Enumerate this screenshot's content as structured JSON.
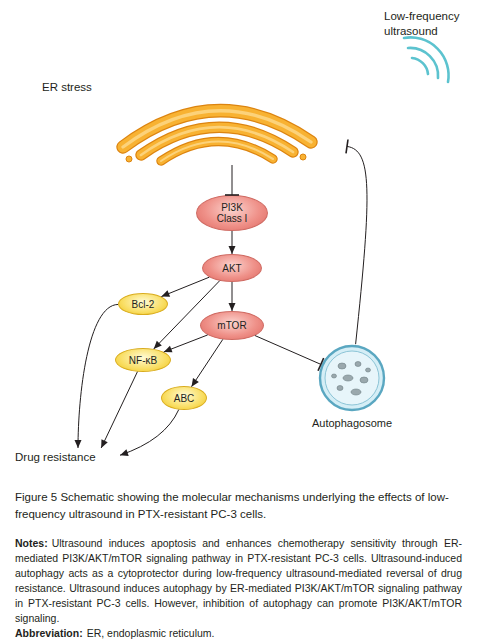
{
  "diagram": {
    "caption": "Figure 5 Schematic showing the molecular mechanisms underlying the effects of low-frequency ultrasound in PTX-resistant PC-3 cells.",
    "nodes": [
      {
        "text": [
          "ER stress"
        ]
      },
      {
        "text": [
          "PI3K Class I"
        ]
      },
      {
        "text": [
          "AKT"
        ]
      },
      {
        "text": [
          "Bcl-2"
        ]
      },
      {
        "text": [
          "mTOR"
        ]
      },
      {
        "text": [
          "NF-κB"
        ]
      },
      {
        "text": [
          "ABC"
        ]
      },
      {
        "text": [
          "Autophagosome"
        ]
      },
      {
        "text": [
          "Drug resistance"
        ]
      }
    ],
    "edges": [
      {
        "from": 0,
        "to": 1,
        "arrow": "to"
      },
      {
        "from": 1,
        "to": 2,
        "arrow": "to"
      },
      {
        "from": 2,
        "to": 3,
        "arrow": "to"
      },
      {
        "from": 2,
        "to": 5,
        "arrow": "to"
      },
      {
        "from": 2,
        "to": 4,
        "arrow": "to"
      },
      {
        "from": 4,
        "to": 5,
        "arrow": "to"
      },
      {
        "from": 4,
        "to": 6,
        "arrow": "to"
      },
      {
        "from": 4,
        "to": 7,
        "arrow": "to"
      },
      {
        "from": 3,
        "to": 8,
        "arrow": "to"
      },
      {
        "from": 5,
        "to": 8,
        "arrow": "to"
      },
      {
        "from": 6,
        "to": 8,
        "arrow": "to"
      },
      {
        "from": 7,
        "to": 0,
        "arrow": "to"
      }
    ],
    "labels": [
      "Low-frequency ultrasound",
      "Notes:",
      "Ultrasound induces apoptosis and enhances chemotherapy sensitivity through ER-mediated PI3K/AKT/mTOR signaling pathway in PTX-resistant PC-3 cells. Ultrasound-induced autophagy acts as a cytoprotector during low-frequency ultrasound-mediated reversal of drug resistance. Ultrasound induces autophagy by ER-mediated PI3K/AKT/mTOR signaling pathway in PTX-resistant PC-3 cells. However, inhibition of autophagy can promote PI3K/AKT/mTOR signaling.",
      "Abbreviation:",
      "ER, endoplasmic reticulum."
    ]
  }
}
